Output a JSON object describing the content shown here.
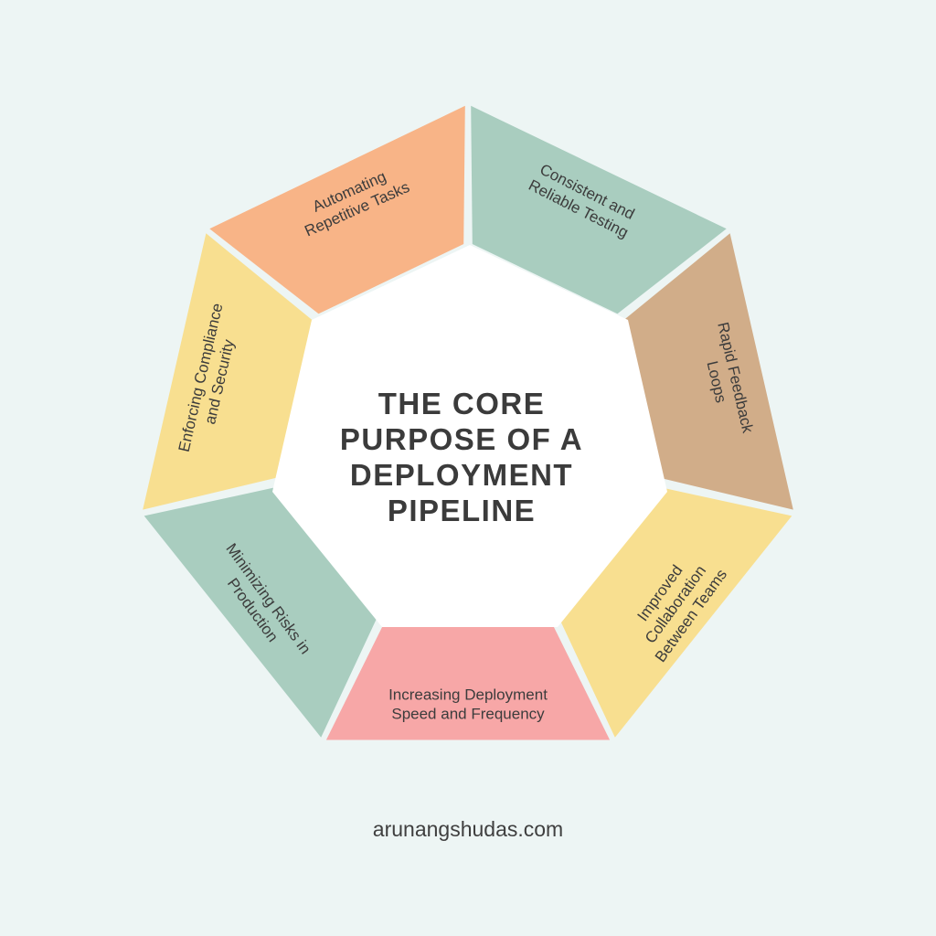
{
  "diagram": {
    "center_title_lines": [
      "THE CORE",
      "PURPOSE OF A",
      "DEPLOYMENT",
      "PIPELINE"
    ],
    "segments": [
      {
        "id": "automating",
        "lines": [
          "Automating",
          "Repetitive Tasks"
        ],
        "color": "#f8b487"
      },
      {
        "id": "consistent",
        "lines": [
          "Consistent and",
          "Reliable Testing"
        ],
        "color": "#a9cdbf"
      },
      {
        "id": "rapid",
        "lines": [
          "Rapid Feedback",
          "Loops"
        ],
        "color": "#d1ad89"
      },
      {
        "id": "collaboration",
        "lines": [
          "Improved",
          "Collaboration",
          "Between Teams"
        ],
        "color": "#f8df90"
      },
      {
        "id": "increasing",
        "lines": [
          "Increasing Deployment",
          "Speed and Frequency"
        ],
        "color": "#f7a7a7"
      },
      {
        "id": "minimizing",
        "lines": [
          "Minimizing Risks in",
          "Production"
        ],
        "color": "#a9cdbf"
      },
      {
        "id": "enforcing",
        "lines": [
          "Enforcing Compliance",
          "and Security"
        ],
        "color": "#f8df90"
      }
    ]
  },
  "footer": {
    "text": "arunangshudas.com"
  }
}
